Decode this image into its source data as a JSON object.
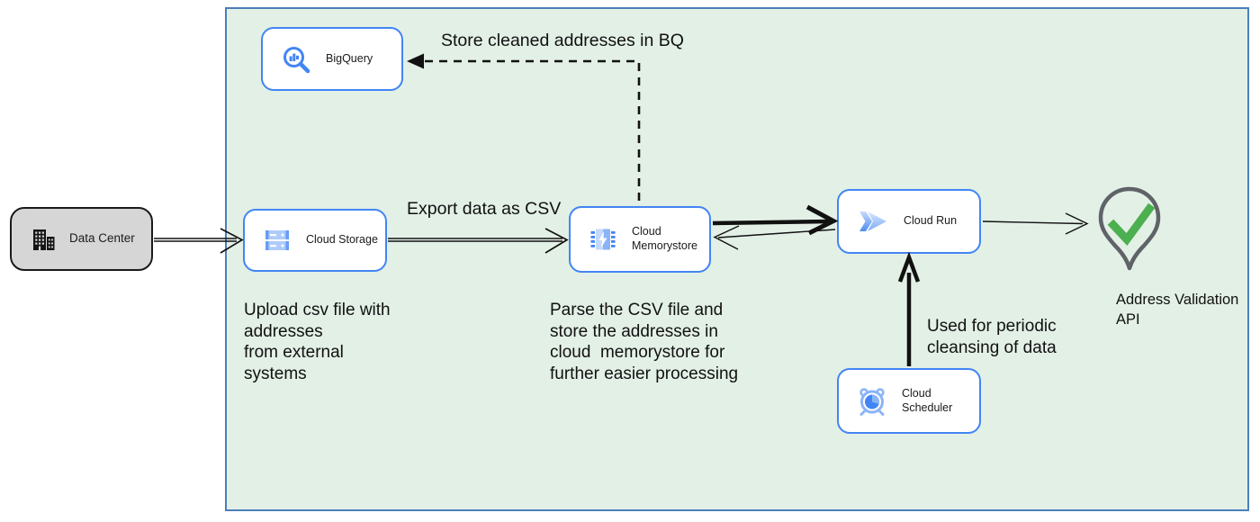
{
  "diagram": {
    "nodes": {
      "data_center": {
        "label": "Data Center"
      },
      "bigquery": {
        "label": "BigQuery"
      },
      "cloud_storage": {
        "label": "Cloud Storage"
      },
      "cloud_memorystore": {
        "label": "Cloud Memorystore"
      },
      "cloud_run": {
        "label": "Cloud Run"
      },
      "cloud_scheduler": {
        "label": "Cloud Scheduler"
      },
      "address_validation_api": {
        "label": "Address Validation API"
      }
    },
    "edge_labels": {
      "store_bq": "Store cleaned addresses in BQ",
      "export_csv": "Export data as CSV",
      "periodic": "Used for periodic\ncleansing of data"
    },
    "notes": {
      "upload": "Upload csv file with\naddresses\nfrom external\nsystems",
      "parse": "Parse the CSV file and\nstore the addresses in\ncloud  memorystore for\nfurther easier processing"
    },
    "colors": {
      "container_fill": "#e3f0e6",
      "container_border": "#4c7fba",
      "node_border": "#4285f4",
      "data_center_fill": "#d6d6d6",
      "google_blue": "#4285f4",
      "icon_blue_light": "#aecbfa",
      "check_green": "#4caf50",
      "pin_outline": "#5f6368",
      "arrow_black": "#111111"
    }
  }
}
